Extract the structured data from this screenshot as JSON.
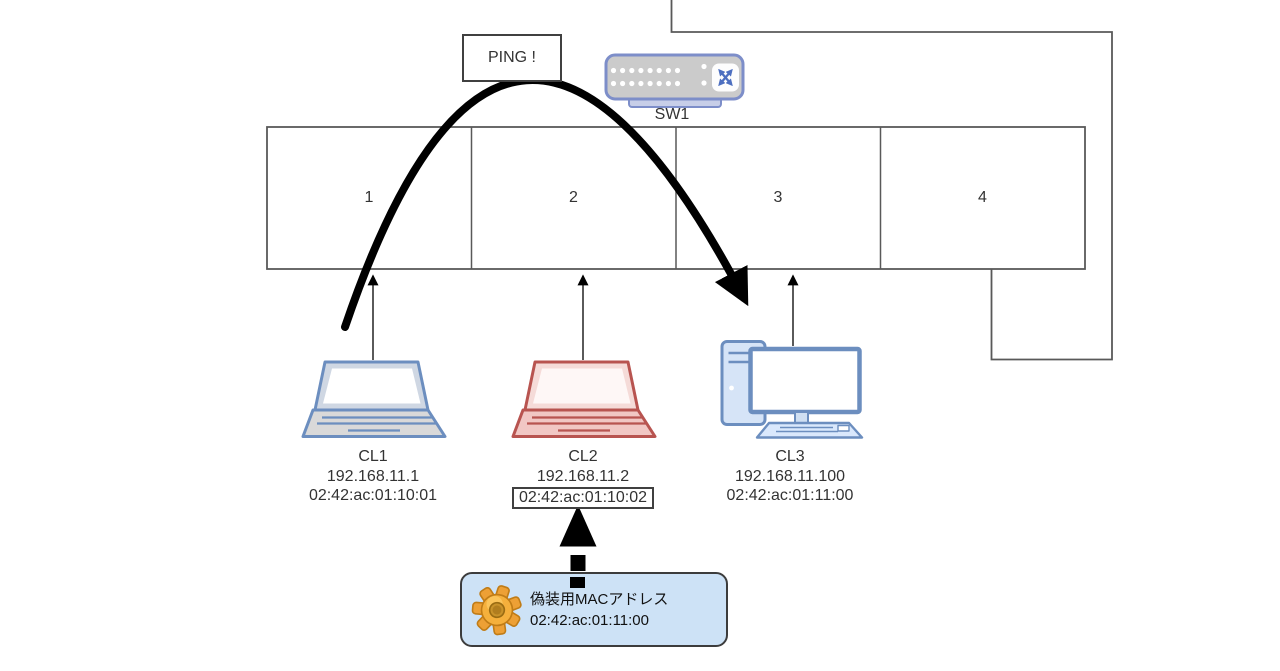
{
  "diagram": {
    "title_hint": "MAC spoofing network diagram",
    "ping": {
      "label": "PING !"
    },
    "switch": {
      "label": "SW1",
      "ports": [
        "1",
        "2",
        "3",
        "4"
      ]
    },
    "clients": [
      {
        "name": "CL1",
        "ip": "192.168.11.1",
        "mac": "02:42:ac:01:10:01",
        "device": "laptop-icon",
        "accent": "#6c8ebf"
      },
      {
        "name": "CL2",
        "ip": "192.168.11.2",
        "mac": "02:42:ac:01:10:02",
        "device": "laptop-icon",
        "accent": "#b85450",
        "mac_boxed": true
      },
      {
        "name": "CL3",
        "ip": "192.168.11.100",
        "mac": "02:42:ac:01:11:00",
        "device": "desktop-icon",
        "accent": "#6c8ebf"
      }
    ],
    "spoof_note": {
      "title": "偽装用MACアドレス",
      "mac": "02:42:ac:01:11:00",
      "icon": "gear-icon"
    },
    "icons": [
      "switch-icon",
      "laptop-icon",
      "desktop-icon",
      "gear-icon"
    ],
    "colors": {
      "background": "#ffffff",
      "line_gray": "#595959",
      "arrow_black": "#000000",
      "text": "#333333",
      "device_blue": "#6c8ebf",
      "device_blue_fill": "#dae8fc",
      "device_red": "#b85450",
      "device_red_fill": "#f1c7c4",
      "switch_fill": "#cbcbcb",
      "switch_border": "#7d8ec9",
      "note_fill": "#cde2f6",
      "note_border": "#3c3c3c",
      "gear_gold": "#f0a832"
    }
  }
}
